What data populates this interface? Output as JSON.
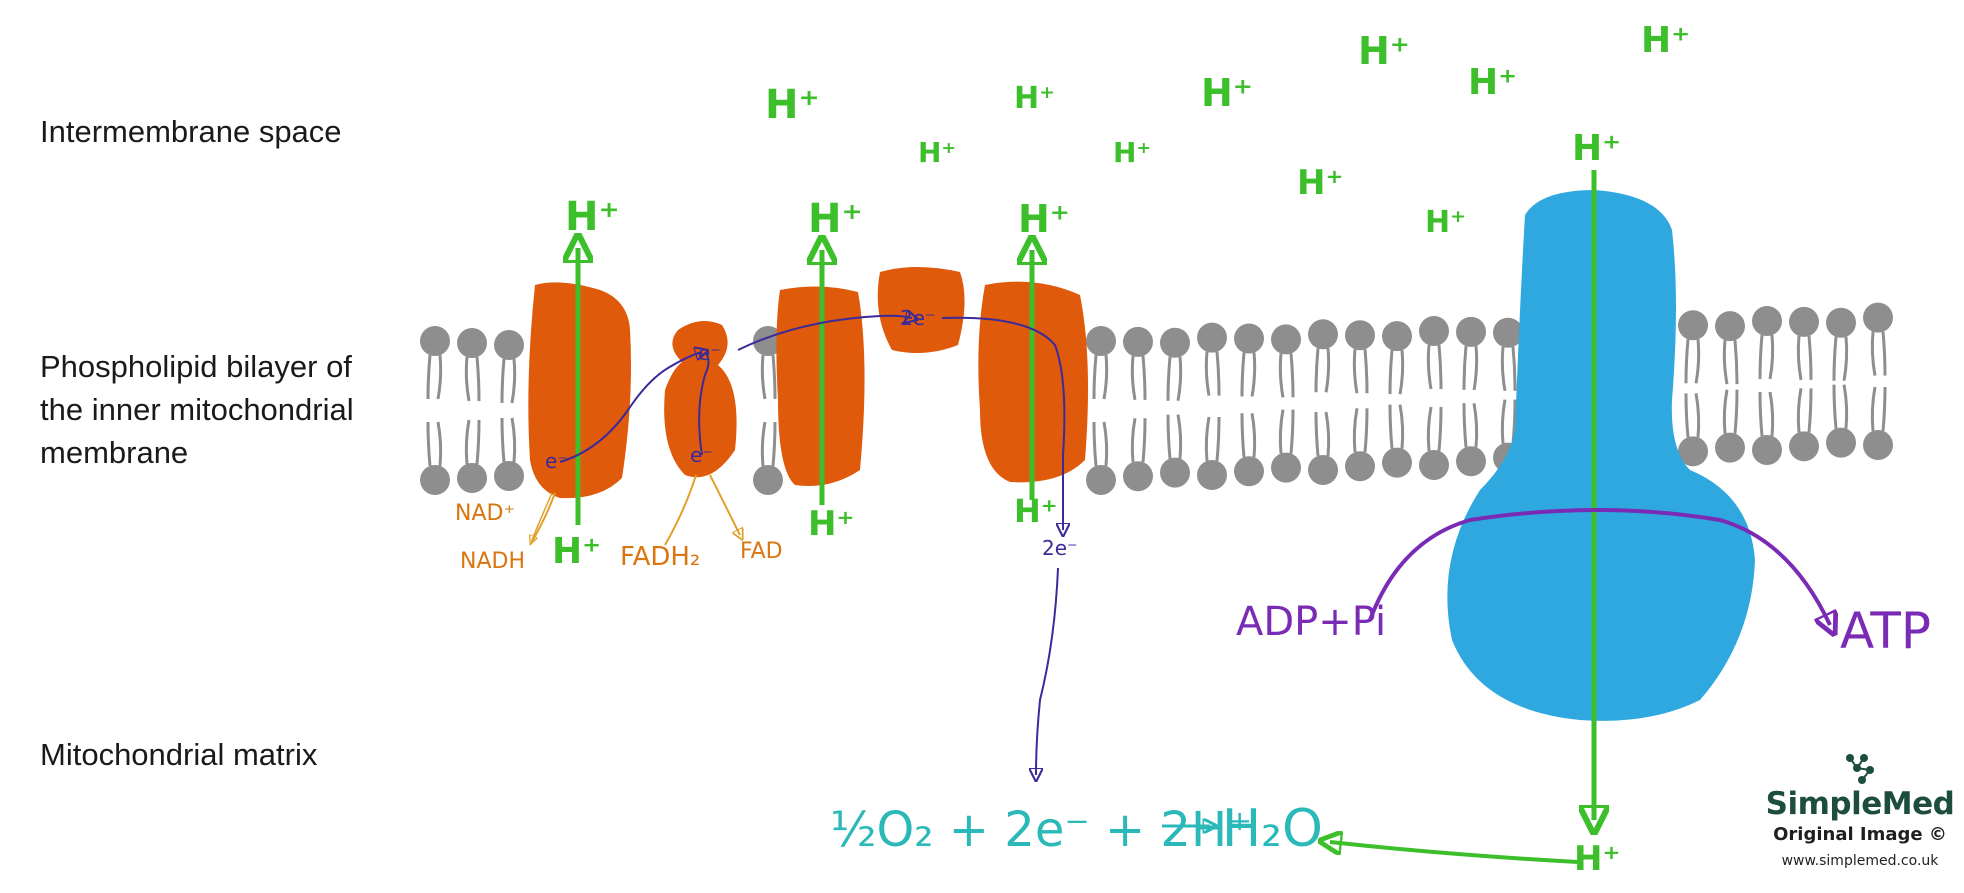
{
  "labels": {
    "intermembrane": "Intermembrane space",
    "bilayer": "Phospholipid bilayer of the inner mitochondrial membrane",
    "matrix": "Mitochondrial matrix"
  },
  "proton": "H⁺",
  "electron": "e⁻",
  "two_electrons": "2e⁻",
  "molecules": {
    "nad": "NAD⁺",
    "nadh": "NADH",
    "fadh2": "FADH₂",
    "fad": "FAD",
    "adp": "ADP+Pi",
    "atp": "ATP"
  },
  "equation": {
    "reactants": "½O₂ + 2e⁻ + 2H⁺",
    "product": "H₂O"
  },
  "logo": {
    "name": "SimpleMed",
    "subtitle": "Original Image ©",
    "url": "www.simplemed.co.uk"
  },
  "colors": {
    "complex": "#e05a0c",
    "atp_synthase": "#2fa8df",
    "proton": "#3cbf2b",
    "electron": "#3a2a9a",
    "equation": "#2bb8b8",
    "atp_text": "#7a2bb5",
    "nad_text": "#d9760f",
    "lipid": "#8e8e8e"
  }
}
